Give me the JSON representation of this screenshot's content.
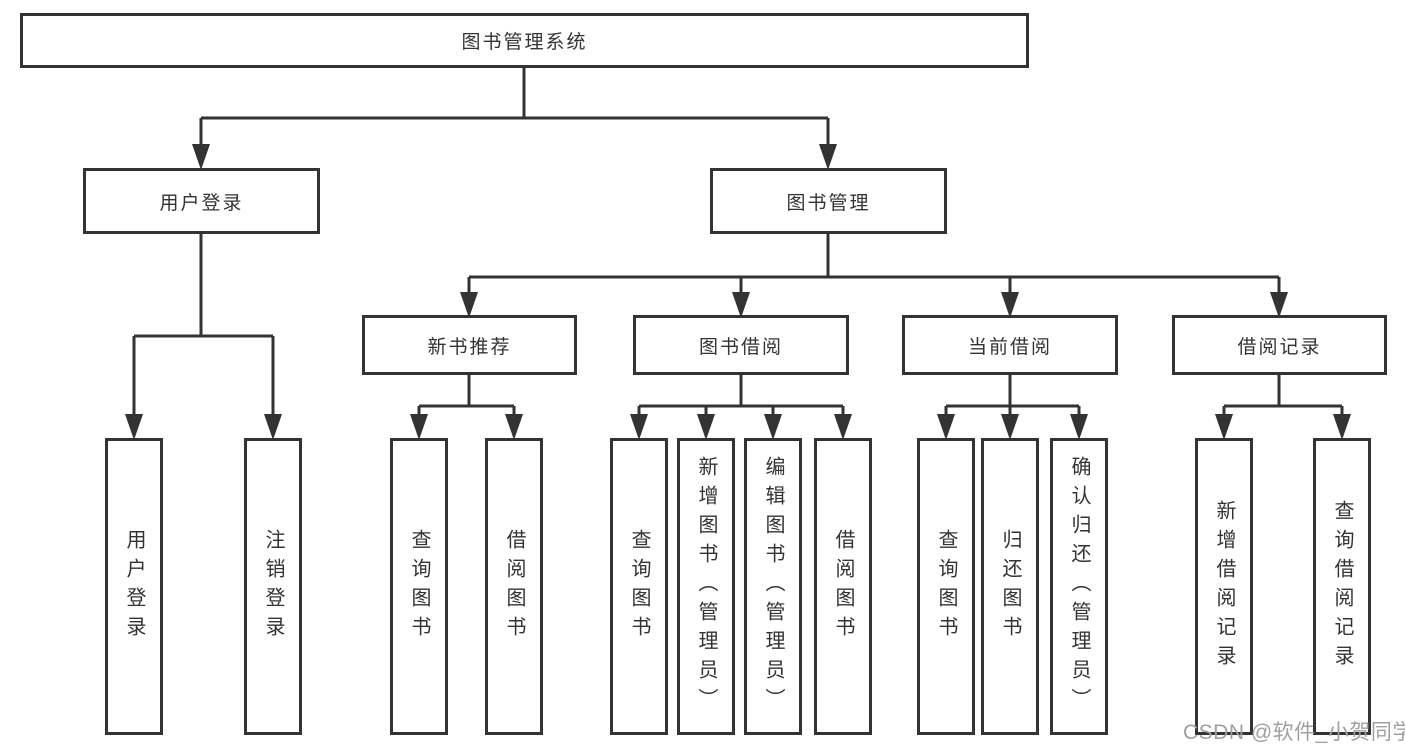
{
  "title": "图书管理系统",
  "watermark": "CSDN @软件_小贺同学",
  "colors": {
    "line": "#333333",
    "border": "#333333",
    "text": "#333333",
    "watermark": "#a0a0a0",
    "background": "#ffffff"
  },
  "tree": {
    "label": "图书管理系统",
    "children": [
      {
        "label": "用户登录",
        "children": [
          {
            "label": "用户登录"
          },
          {
            "label": "注销登录"
          }
        ]
      },
      {
        "label": "图书管理",
        "children": [
          {
            "label": "新书推荐",
            "children": [
              {
                "label": "查询图书"
              },
              {
                "label": "借阅图书"
              }
            ]
          },
          {
            "label": "图书借阅",
            "children": [
              {
                "label": "查询图书"
              },
              {
                "label": "新增图书（管理员）"
              },
              {
                "label": "编辑图书（管理员）"
              },
              {
                "label": "借阅图书"
              }
            ]
          },
          {
            "label": "当前借阅",
            "children": [
              {
                "label": "查询图书"
              },
              {
                "label": "归还图书"
              },
              {
                "label": "确认归还（管理员）"
              }
            ]
          },
          {
            "label": "借阅记录",
            "children": [
              {
                "label": "新增借阅记录"
              },
              {
                "label": "查询借阅记录"
              }
            ]
          }
        ]
      }
    ]
  }
}
